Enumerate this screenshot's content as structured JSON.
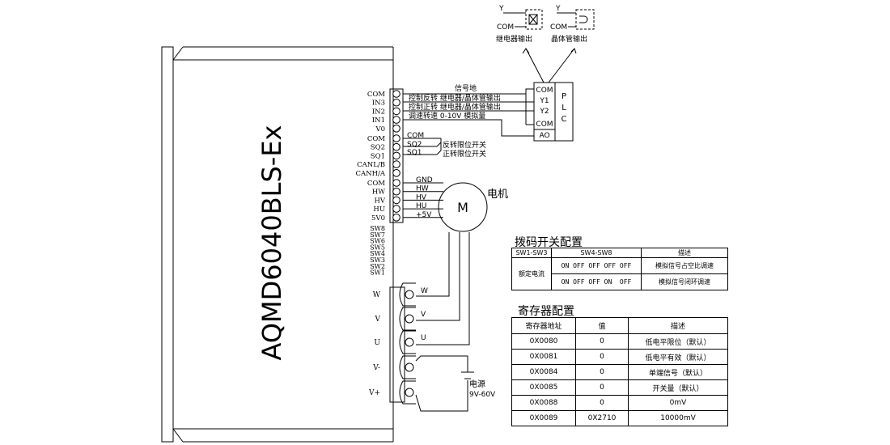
{
  "device": {
    "model": "AQMD6040BLS-Ex",
    "control_terminals": [
      "COM",
      "IN3",
      "IN2",
      "IN1",
      "V0"
    ],
    "limit_terminals": [
      "COM",
      "SQ2",
      "SQ1",
      "CANL/B",
      "CANH/A"
    ],
    "hall_terminals": [
      "COM",
      "HW",
      "HV",
      "HU",
      "5V0"
    ],
    "dip_switches": [
      "SW8",
      "SW7",
      "SW6",
      "SW5",
      "SW4",
      "SW3",
      "SW2",
      "SW1"
    ],
    "power_terminals": [
      "W",
      "V",
      "U",
      "V-",
      "V+"
    ]
  },
  "signals": {
    "signal_ground": "信号地",
    "reverse_control": "控制反转  继电器/晶体管输出",
    "forward_control": "控制正转  继电器/晶体管输出",
    "speed_control": "调速转速  0-10V 模拟量"
  },
  "limits": {
    "com": "COM",
    "sq2": "SQ2",
    "sq1": "SQ1",
    "reverse_limit": "反转限位开关",
    "forward_limit": "正转限位开关"
  },
  "motor": {
    "symbol": "M",
    "label": "电机",
    "wires": [
      "GND",
      "HW",
      "HV",
      "HU",
      "+5V"
    ],
    "phases": [
      "W",
      "V",
      "U"
    ]
  },
  "plc": {
    "pins": [
      "COM",
      "Y1",
      "Y2",
      "COM",
      "AO"
    ],
    "letters": [
      "P",
      "L",
      "C"
    ]
  },
  "outputs": {
    "relay": {
      "y": "Y",
      "com": "COM",
      "label": "继电器输出"
    },
    "transistor": {
      "y": "Y",
      "com": "COM",
      "label": "晶体管输出"
    }
  },
  "power": {
    "label": "电源",
    "range": "9V-60V"
  },
  "dip_config": {
    "title": "拨码开关配置",
    "headers": [
      "SW1-SW3",
      "SW4-SW8",
      "描述"
    ],
    "rated_current": "额定电流",
    "rows": [
      {
        "switches": "ON OFF OFF OFF OFF",
        "description": "模拟信号占空比调速"
      },
      {
        "switches": "ON OFF OFF ON  OFF",
        "description": "模拟信号闭环调速"
      }
    ]
  },
  "register_config": {
    "title": "寄存器配置",
    "headers": [
      "寄存器地址",
      "值",
      "描述"
    ],
    "rows": [
      {
        "address": "0X0080",
        "value": "0",
        "description": "低电平限位（默认）"
      },
      {
        "address": "0X0081",
        "value": "0",
        "description": "低电平有效（默认）"
      },
      {
        "address": "0X0084",
        "value": "0",
        "description": "单端信号（默认）"
      },
      {
        "address": "0X0085",
        "value": "0",
        "description": "开关量（默认）"
      },
      {
        "address": "0X0088",
        "value": "0",
        "description": "0mV"
      },
      {
        "address": "0X0089",
        "value": "0X2710",
        "description": "10000mV"
      }
    ]
  }
}
